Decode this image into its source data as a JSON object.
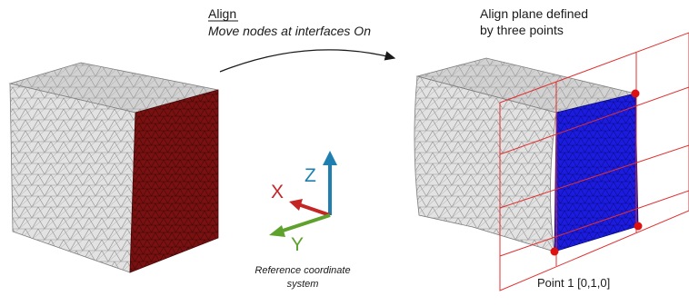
{
  "header": {
    "title": "Align",
    "subtitle": "Move nodes at interfaces On"
  },
  "right_caption": {
    "line1": "Align plane defined",
    "line2": "by three points"
  },
  "coordinate_system": {
    "x_label": "X",
    "y_label": "Y",
    "z_label": "Z",
    "caption_line1": "Reference coordinate",
    "caption_line2": "system"
  },
  "point_label": "Point 1 [0,1,0]",
  "colors": {
    "mesh_face_light": "#dedede",
    "mesh_face_top": "#d2d2d2",
    "mesh_line": "#8f8f8f",
    "red_face": "#7a1010",
    "blue_face": "#1c1ce0",
    "plane_red": "#e03030",
    "point_red": "#dd1111",
    "axis_x": "#c42525",
    "axis_y": "#5ea12c",
    "axis_z": "#1e7fb0"
  }
}
